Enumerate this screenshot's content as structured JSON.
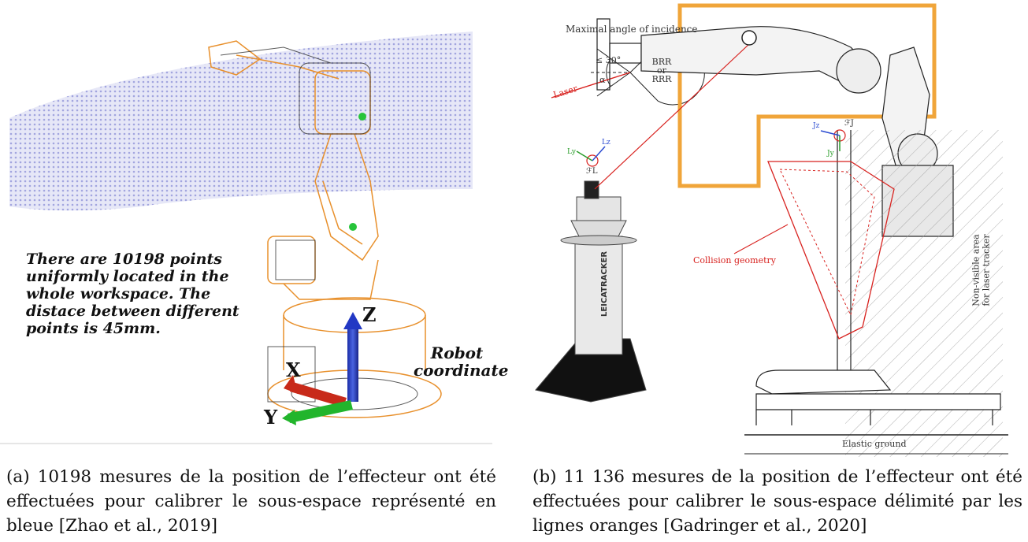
{
  "panel_a": {
    "note_points": "There are 10198 points uniformly located in the whole workspace. The distace between different points is 45mm.",
    "robot_label": "Robot coordinate",
    "axis_x": "X",
    "axis_y": "Y",
    "axis_z": "Z",
    "caption": "(a) 10198 mesures de la position de l’effecteur ont été effectuées pour calibrer le sous-espace représenté en bleue [Zhao et al., 2019]"
  },
  "panel_b": {
    "title_incidence": "Maximal angle of incidence",
    "angle_max": "≤ 30°",
    "alpha": "α",
    "reflector_line1": "BRR",
    "reflector_line2": "or",
    "reflector_line3": "RRR",
    "laser": "Laser",
    "tracker_brand": "LEICATRACKER",
    "frame_L": "ℱL",
    "frame_J": "ℱJ",
    "axis_lz": "Lz",
    "axis_ly": "Ly",
    "axis_jz": "Jz",
    "axis_jy": "Jy",
    "collision": "Collision geometry",
    "nonvisible_line1": "Non-visible area",
    "nonvisible_line2": "for laser tracker",
    "ground": "Elastic ground",
    "caption": "(b) 11 136 mesures de la position de l’effecteur ont été effectuées pour calibrer le sous-espace délimité par les lignes oranges [Gadringer et al., 2020]"
  },
  "colors": {
    "workspace_blue": "#8b8fd6",
    "robot_orange": "#e8902c",
    "border_orange": "#f0a53a",
    "laser_red": "#d8221f"
  }
}
